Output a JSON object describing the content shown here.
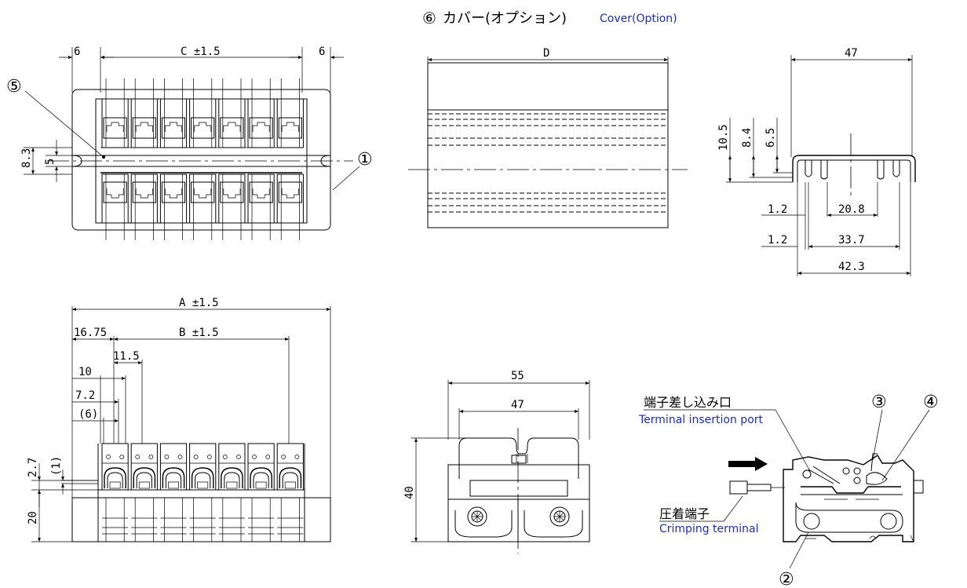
{
  "title": {
    "marker": "⑥",
    "jp": "カバー(オプション)",
    "en": "Cover(Option)"
  },
  "top_left_view": {
    "dim_left": "6",
    "dim_c": "C ±1.5",
    "dim_right": "6",
    "dim_8_3": "8.3",
    "dim_5": "5",
    "callout_5": "⑤",
    "callout_1": "①"
  },
  "top_middle_view": {
    "dim_d": "D"
  },
  "top_right_view": {
    "dim_47": "47",
    "dim_10_5": "10.5",
    "dim_8_4": "8.4",
    "dim_6_5": "6.5",
    "dim_1_2a": "1.2",
    "dim_20_8": "20.8",
    "dim_1_2b": "1.2",
    "dim_33_7": "33.7",
    "dim_42_3": "42.3"
  },
  "bottom_left_view": {
    "dim_a": "A ±1.5",
    "dim_16_75": "16.75",
    "dim_b": "B ±1.5",
    "dim_11_5": "11.5",
    "dim_10": "10",
    "dim_7_2": "7.2",
    "dim_6p": "(6)",
    "dim_2_7": "2.7",
    "dim_1p": "(1)",
    "dim_20": "20"
  },
  "bottom_middle_view": {
    "dim_55": "55",
    "dim_47": "47",
    "dim_40": "40"
  },
  "section_view": {
    "label_insertion_jp": "端子差し込み口",
    "label_insertion_en": "Terminal insertion port",
    "label_crimp_jp": "圧着端子",
    "label_crimp_en": "Crimping terminal",
    "callout_2": "②",
    "callout_3": "③",
    "callout_4": "④"
  }
}
